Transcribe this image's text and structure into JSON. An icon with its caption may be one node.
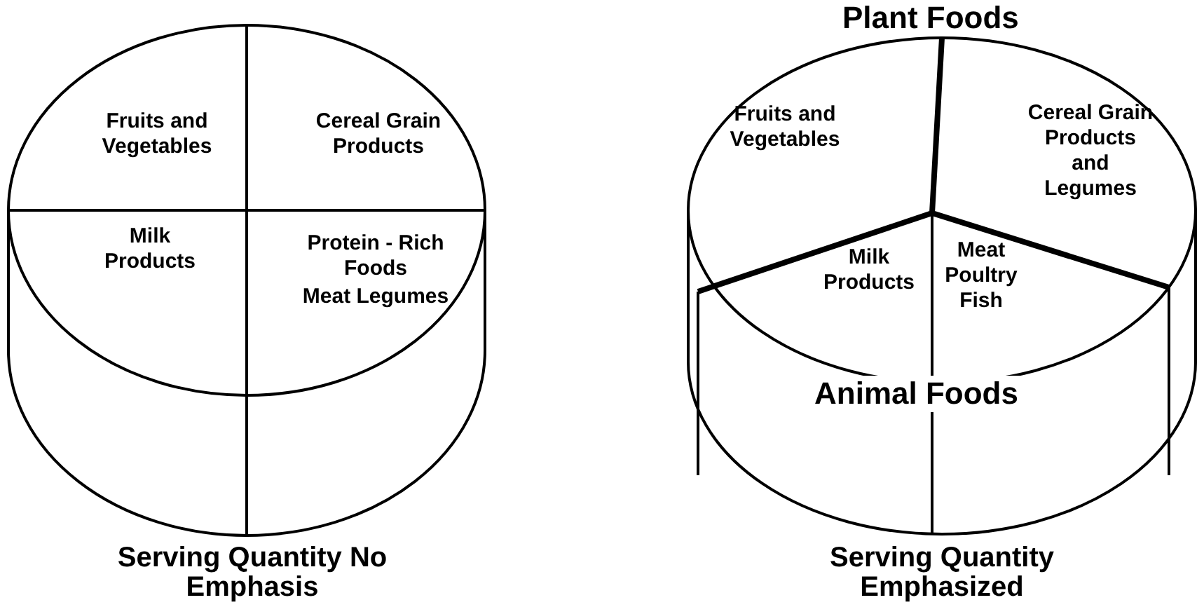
{
  "diagram": {
    "nodes": [
      {
        "text": [],
        "shape": "cylinder",
        "beside": [
          "Serving Quantity No Emphasis"
        ]
      },
      {
        "text": [
          "Fruits and Vegetables"
        ],
        "in": 0
      },
      {
        "text": [
          "Cereal Grain Products"
        ],
        "in": 0
      },
      {
        "text": [
          "Milk Products"
        ],
        "in": 0
      },
      {
        "text": [
          "Protein - Rich Foods",
          "Meat Legumes"
        ],
        "in": 0
      },
      {
        "text": [],
        "shape": "cylinder",
        "beside": [
          "Serving Quantity Emphasized"
        ]
      },
      {
        "text": [
          "Fruits and Vegetables"
        ],
        "in": 5
      },
      {
        "text": [
          "Cereal Grain Products and Legumes"
        ],
        "in": 5
      },
      {
        "text": [
          "Milk Products"
        ],
        "in": 5
      },
      {
        "text": [
          "Meat Poultry Fish"
        ],
        "in": 5
      }
    ],
    "labels": [
      "Plant Foods",
      "Animal Foods"
    ]
  }
}
